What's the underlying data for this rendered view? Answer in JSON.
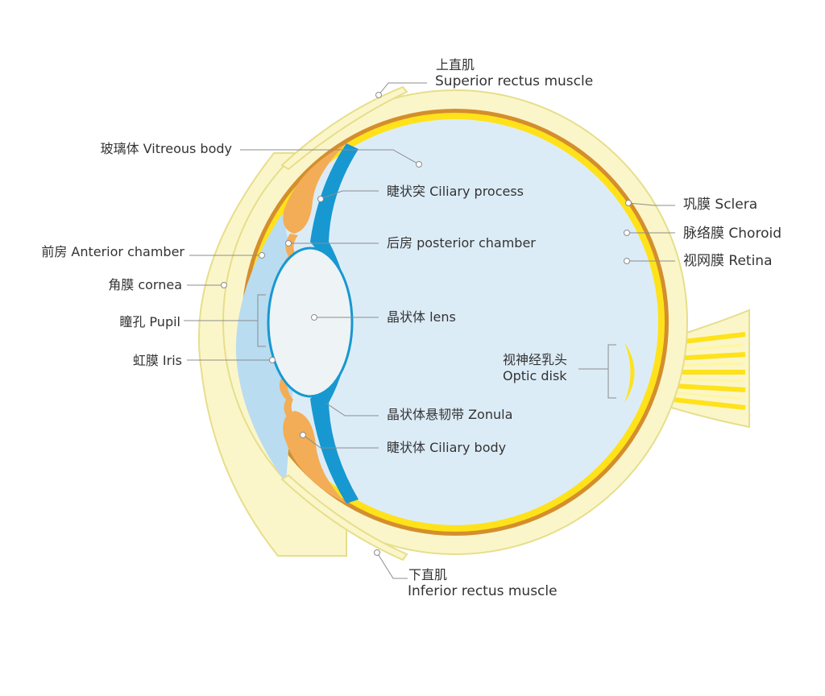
{
  "colors": {
    "background": "#ffffff",
    "sclera": "#fbf6c9",
    "sclera_outline": "#e6de8c",
    "choroid": "#d48e2e",
    "retina": "#ffe21a",
    "vitreous": "#dcecf7",
    "ciliary_body": "#f3ad56",
    "zonula": "#1798d0",
    "cornea_chamber": "#b9dcf1",
    "lens": "#eef3f6",
    "leader_line": "#8c8c8c",
    "text": "#333333"
  },
  "labels": {
    "superior_rectus_zh": "上直肌",
    "superior_rectus_en": "Superior rectus muscle",
    "vitreous_body": "玻璃体 Vitreous body",
    "ciliary_process": "睫状突  Ciliary process",
    "posterior_chamber": "后房 posterior chamber",
    "anterior_chamber": "前房 Anterior chamber",
    "cornea": "角膜 cornea",
    "pupil": "瞳孔 Pupil",
    "lens": "晶状体 lens",
    "iris": "虹膜 Iris",
    "zonula": "晶状体悬韧带 Zonula",
    "ciliary_body": "睫状体 Ciliary body",
    "sclera": "巩膜 Sclera",
    "choroid": "脉络膜 Choroid",
    "retina": "视网膜 Retina",
    "optic_disk_zh": "视神经乳头",
    "optic_disk_en": "Optic disk",
    "inferior_rectus_zh": "下直肌",
    "inferior_rectus_en": "Inferior rectus muscle"
  }
}
